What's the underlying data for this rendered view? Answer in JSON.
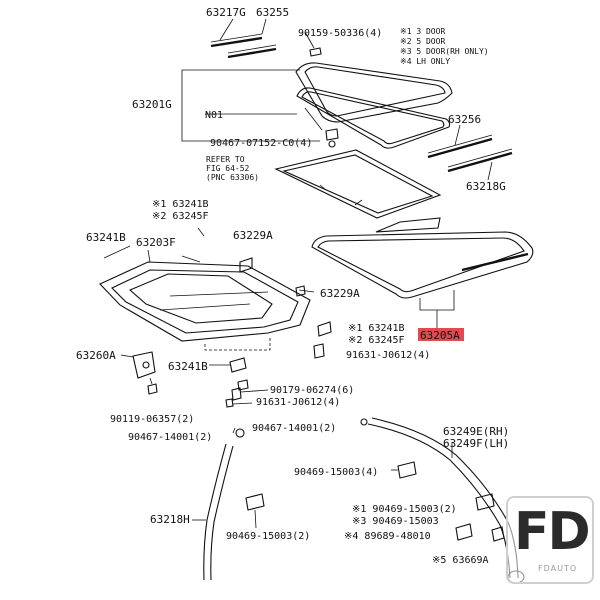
{
  "legend": [
    {
      "mark": "※1",
      "text": "3 DOOR"
    },
    {
      "mark": "※2",
      "text": "5 DOOR"
    },
    {
      "mark": "※3",
      "text": "5 DOOR(RH ONLY)"
    },
    {
      "mark": "※4",
      "text": "LH ONLY"
    }
  ],
  "refer": {
    "line1": "REFER TO",
    "line2": "FIG 64-52",
    "line3": "(PNC 63306)"
  },
  "labels": [
    {
      "id": "p63217g",
      "text": "63217G"
    },
    {
      "id": "p63255",
      "text": "63255"
    },
    {
      "id": "p90159",
      "text": "90159-50336(4)"
    },
    {
      "id": "p63201g",
      "text": "63201G"
    },
    {
      "id": "pn01",
      "text": "N01"
    },
    {
      "id": "p90467a",
      "text": "90467-07152-C0(4)"
    },
    {
      "id": "p63256",
      "text": "63256"
    },
    {
      "id": "p63218g",
      "text": "63218G"
    },
    {
      "id": "p63241b_1",
      "text": "※1 63241B"
    },
    {
      "id": "p63245f_1",
      "text": "※2 63245F"
    },
    {
      "id": "p63241b_a",
      "text": "63241B"
    },
    {
      "id": "p63203f",
      "text": "63203F"
    },
    {
      "id": "p63229a_a",
      "text": "63229A"
    },
    {
      "id": "p63229a_b",
      "text": "63229A"
    },
    {
      "id": "p63241b_2",
      "text": "※1 63241B"
    },
    {
      "id": "p63245f_2",
      "text": "※2 63245F"
    },
    {
      "id": "p91631a",
      "text": "91631-J0612(4)"
    },
    {
      "id": "p63260a",
      "text": "63260A"
    },
    {
      "id": "p63241b_b",
      "text": "63241B"
    },
    {
      "id": "p90179",
      "text": "90179-06274(6)"
    },
    {
      "id": "p91631b",
      "text": "91631-J0612(4)"
    },
    {
      "id": "p90119",
      "text": "90119-06357(2)"
    },
    {
      "id": "p90467b",
      "text": "90467-14001(2)"
    },
    {
      "id": "p90467c",
      "text": "90467-14001(2)"
    },
    {
      "id": "p63249e",
      "text": "63249E(RH)"
    },
    {
      "id": "p63249f",
      "text": "63249F(LH)"
    },
    {
      "id": "p90469a",
      "text": "90469-15003(4)"
    },
    {
      "id": "p90469b",
      "text": "※1 90469-15003(2)"
    },
    {
      "id": "p90469c",
      "text": "※3 90469-15003"
    },
    {
      "id": "p89689",
      "text": "※4 89689-48010"
    },
    {
      "id": "p63218h",
      "text": "63218H"
    },
    {
      "id": "p90469d",
      "text": "90469-15003(2)"
    },
    {
      "id": "p63669a",
      "text": "※5 63669A"
    }
  ],
  "highlight": {
    "text": "63205A",
    "color": "#e04b50"
  },
  "logo": {
    "mark": "FD",
    "sub": "FDAUTO"
  }
}
